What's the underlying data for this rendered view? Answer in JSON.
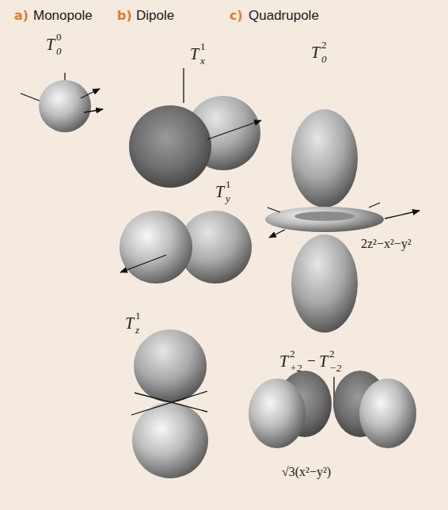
{
  "diagram": {
    "labels": [
      "a)",
      "Monopole",
      "b)",
      "Dipole",
      "c)",
      "Quadrupole",
      "T",
      "0",
      "0",
      "T",
      "1",
      "x",
      "T",
      "1",
      "y",
      "T",
      "1",
      "z",
      "T",
      "2",
      "0",
      "2z²−x²−y²",
      "T",
      "2",
      "+2",
      "−",
      "T",
      "2",
      "−2",
      "√3(x²−y²)"
    ]
  }
}
